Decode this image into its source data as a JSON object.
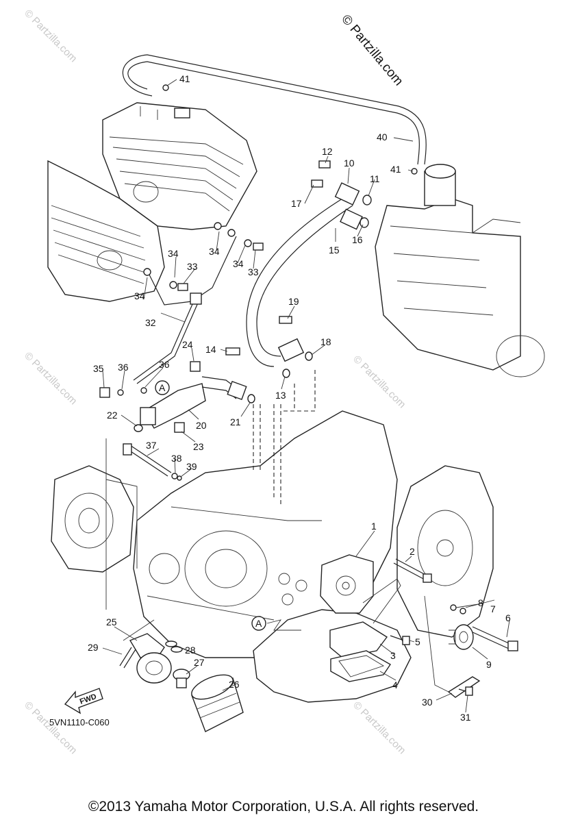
{
  "brand_watermark": "© Partzilla.com",
  "faint_watermark": "© Partzilla.com",
  "diagram_code": "5VN1110-C060",
  "fwd_label": "FWD",
  "ref_marker": "A",
  "copyright": "©2013 Yamaha Motor Corporation, U.S.A. All rights reserved.",
  "callouts": [
    "1",
    "2",
    "3",
    "4",
    "5",
    "6",
    "7",
    "8",
    "9",
    "10",
    "11",
    "12",
    "13",
    "14",
    "15",
    "16",
    "17",
    "18",
    "19",
    "20",
    "21",
    "22",
    "23",
    "24",
    "25",
    "26",
    "27",
    "28",
    "29",
    "30",
    "31",
    "32",
    "33",
    "34",
    "35",
    "36",
    "37",
    "38",
    "39",
    "40",
    "41"
  ]
}
